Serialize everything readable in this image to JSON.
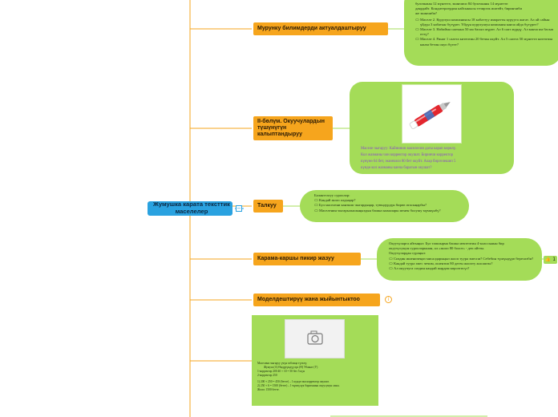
{
  "central": {
    "label": "Жумушка карата тексттик маселелер",
    "collapse_symbol": "−"
  },
  "topics": [
    {
      "label": "Мурунку билимдерди актуалдаштыруу"
    },
    {
      "label": "II-бөлүм. Окуучулардын түшүнүгүн калыптандыруу"
    },
    {
      "label": "Талкуу"
    },
    {
      "label": "Карама-каршы пикир жазуу"
    },
    {
      "label": "Моделдештирүү жана жыйынтыктоо"
    }
  ],
  "notes": {
    "top": {
      "lines": [
        "булочканы 12 мүнөттө, экинчиси 84 булочканы 14 мүнөттө",
        "даярдайт. Кондитерлердин кайсынысы тезирээк иштейт, биринчиби",
        "же экинчиби?"
      ],
      "bullets": [
        "Маселе 2. Курулуш компаниясы 18 кабаттуу имаратты курууга жагат. Ал ай сайын үйдүн 3 кабатын бүтүрөт. Үйдүн курулушун компания канча айда бүтүрөт?",
        "Маселе 3. Набийма саатына 50 км басып жүрөт. Ал 6 саат жүрдү. Ал канча км басып өттү?",
        "Маселе 4. Ринат 1 саатта китептин 20 бетин окуйт. Ал 5 саатта 50 мүнөттө китептин канча бетин окуп бүтөт?"
      ]
    },
    "task": {
      "lines": [
        "Маселе чыгаруу: Кайнинин маселесин дагы карап көрөлү.",
        "Кол жазманы чон корректор окушат. Биринчи корректор",
        "күнүнө 64 бет, экинчиси 80 бет окуйт. Алар биргелешип 5",
        "күндө кол жазманы канча барагын окушат?"
      ]
    },
    "discussion": {
      "lead": "Баланттагуу суроолор:",
      "bullets": [
        "Кандай жооп алдыңар?",
        "Бул маселени канткип чыгардыңар, туюндурдүн бирөө атасыңарбы?",
        "Маселенин чыгарылышыңыздын башка ыкмалары менен болушу мүмкүнбү?"
      ]
    },
    "counter": {
      "lines": [
        "Окуучуларга айтыңыз: Бул тапшырма башка мектептин 4-классынын бир",
        "окуучусунун суроолорынан, ал «жооп 80 болот» - деп айтты.",
        "Окуучулардан сураңыз:"
      ],
      "bullets": [
        "Сиздин ишеничеңиз мисалдарыңыз жооп туура эмеспи? Себебин түшүндүрө бересизби?",
        "Кандай туура эмес чечим, ошентип 80 деген жоопту жасашты?",
        "Ал окуучуга сиздин кандай жардам көрсөтөсүз?"
      ],
      "likes": "1"
    },
    "model": {
      "lines": [
        "Маселени чыгаруу үчүн таблица түзөлү:",
        "Жумуш (А)    Өндүрүмдүүлүк (Ө)   Убакыт (У)",
        "1-корректор       200       40 + 10 = 50 бет        5 күн",
        "2-корректор       250",
        "1)  200 + 250 = 450 (бетте) – 1 күндө эки корректор окушат.",
        "2)  250 + 6 = 1500 (бетте) – 1-күнчүлүк барагынын окуусунун саны.",
        "Жооп: 1500 бетте."
      ]
    }
  },
  "icons": {
    "photo_placeholder": "camera-icon",
    "info": "info-icon",
    "likes": "thumbs-up-icon"
  },
  "colors": {
    "central": "#2aa2e0",
    "topic": "#f6a51d",
    "note": "#a4dc58",
    "task_text": "#8a4fc4"
  }
}
